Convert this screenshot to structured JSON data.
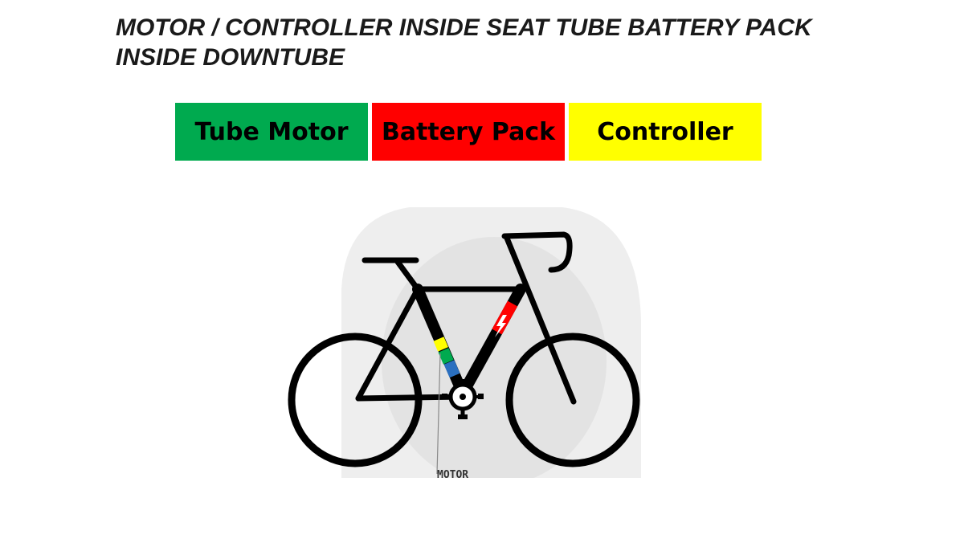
{
  "title": {
    "line1": "MOTOR / CONTROLLER INSIDE SEAT TUBE BATTERY PACK",
    "line2": "INSIDE DOWNTUBE"
  },
  "legend": [
    {
      "label": "Tube Motor",
      "color": "#00aa4f"
    },
    {
      "label": "Battery Pack",
      "color": "#ff0000"
    },
    {
      "label": "Controller",
      "color": "#ffff00"
    }
  ],
  "diagram": {
    "motor_caption": "MOTOR",
    "colors": {
      "frame": "#000000",
      "backdrop": "#eeeeee",
      "backdrop_inner": "#dedede",
      "controller_segment": "#ffff00",
      "motor_segment": "#00aa4f",
      "extra_segment": "#2a6fbf",
      "battery_segment": "#ff0000"
    }
  }
}
